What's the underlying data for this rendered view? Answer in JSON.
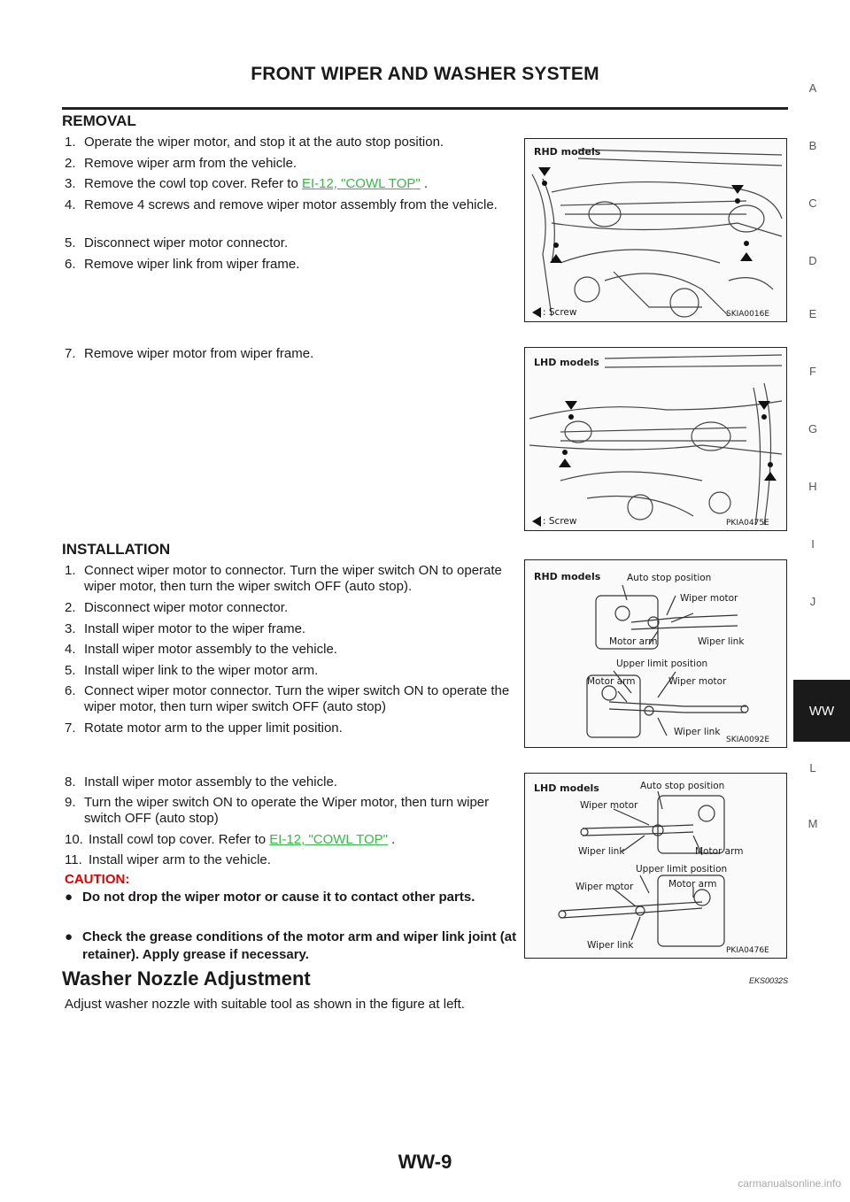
{
  "header": {
    "title": "FRONT WIPER AND WASHER SYSTEM"
  },
  "removal": {
    "heading": "REMOVAL",
    "steps": [
      {
        "num": "1.",
        "text": "Operate the wiper motor, and stop it at the auto stop position."
      },
      {
        "num": "2.",
        "text": "Remove wiper arm from the vehicle."
      },
      {
        "num": "3.",
        "text": "Remove the cowl top cover. Refer to ",
        "link": "EI-12, \"COWL TOP\"",
        "after": " ."
      },
      {
        "num": "4.",
        "text": "Remove 4 screws and remove wiper motor assembly from the vehicle."
      },
      {
        "num": "5.",
        "text": "Disconnect  wiper motor connector."
      },
      {
        "num": "6.",
        "text": "Remove wiper link from wiper frame."
      },
      {
        "num": "7.",
        "text": "Remove wiper motor from wiper frame."
      }
    ]
  },
  "installation": {
    "heading": "INSTALLATION",
    "steps": [
      {
        "num": "1.",
        "text": "Connect wiper motor to connector. Turn the wiper switch ON to operate wiper motor, then turn the wiper switch OFF (auto stop)."
      },
      {
        "num": "2.",
        "text": "Disconnect wiper motor connector."
      },
      {
        "num": "3.",
        "text": "Install wiper motor to the wiper frame."
      },
      {
        "num": "4.",
        "text": "Install wiper motor assembly to the vehicle."
      },
      {
        "num": "5.",
        "text": "Install wiper link to the wiper motor arm."
      },
      {
        "num": "6.",
        "text": "Connect wiper motor connector. Turn the wiper switch ON to operate the wiper motor, then turn wiper switch OFF (auto stop)"
      },
      {
        "num": "7.",
        "text": "Rotate motor arm to the upper limit position."
      },
      {
        "num": "8.",
        "text": "Install wiper motor assembly to the vehicle."
      },
      {
        "num": "9.",
        "text": "Turn the wiper switch ON to operate the Wiper motor, then turn wiper switch OFF (auto stop)"
      },
      {
        "num": "10.",
        "text": "Install cowl top cover. Refer to ",
        "link": "EI-12, \"COWL TOP\"",
        "after": " ."
      },
      {
        "num": "11.",
        "text": "Install wiper arm to the vehicle."
      }
    ],
    "caution_label": "CAUTION:",
    "cautions": [
      "Do not drop the wiper motor or cause it to contact other parts.",
      "Check the grease conditions of the motor arm and wiper link joint (at retainer). Apply grease if necessary."
    ]
  },
  "washer": {
    "heading": "Washer Nozzle Adjustment",
    "code": "EKS0032S",
    "text": "Adjust washer nozzle with suitable tool as shown in the figure at left."
  },
  "figures": [
    {
      "title": "RHD models",
      "legend": ": Screw",
      "code": "SKIA0016E"
    },
    {
      "title": "LHD models",
      "legend": ": Screw",
      "code": "PKIA0475E"
    },
    {
      "title": "RHD models",
      "code": "SKIA0092E",
      "labels": [
        "Auto stop position",
        "Wiper motor",
        "Motor arm",
        "Wiper link",
        "Upper limit position",
        "Motor arm",
        "Wiper motor",
        "Wiper link"
      ]
    },
    {
      "title": "LHD models",
      "code": "PKIA0476E",
      "labels": [
        "Auto stop position",
        "Wiper motor",
        "Wiper link",
        "Motor arm",
        "Upper limit position",
        "Wiper motor",
        "Motor arm",
        "Wiper link"
      ]
    }
  ],
  "side_index": [
    "A",
    "B",
    "C",
    "D",
    "E",
    "F",
    "G",
    "H",
    "I",
    "J",
    "WW",
    "L",
    "M"
  ],
  "page_number": "WW-9",
  "watermark": "carmanualsonline.info",
  "colors": {
    "link": "#39b54a",
    "caution": "#e00000",
    "tab": "#1a1a1a"
  }
}
